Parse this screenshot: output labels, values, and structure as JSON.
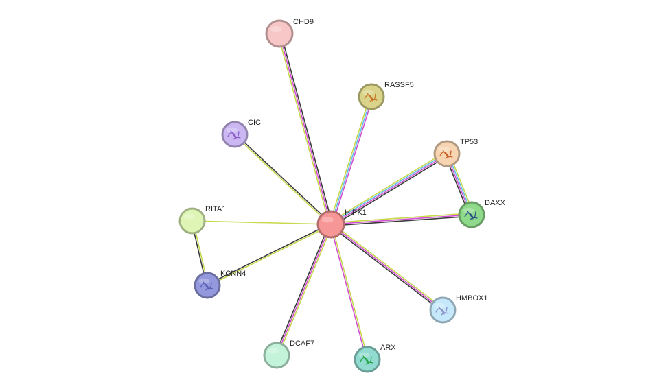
{
  "network": {
    "nodes": [
      {
        "id": "HIPK1",
        "label": "HIPK1",
        "color": "#f79696",
        "glyph": null
      },
      {
        "id": "CHD9",
        "label": "CHD9",
        "color": "#f7c6c6",
        "glyph": null
      },
      {
        "id": "RASSF5",
        "label": "RASSF5",
        "color": "#d9d48a",
        "glyph": "#c8762a"
      },
      {
        "id": "CIC",
        "label": "CIC",
        "color": "#cbb8f3",
        "glyph": "#8a5cc9"
      },
      {
        "id": "TP53",
        "label": "TP53",
        "color": "#f7d5b3",
        "glyph": "#c8622a"
      },
      {
        "id": "DAXX",
        "label": "DAXX",
        "color": "#8fd98a",
        "glyph": "#2a4f86"
      },
      {
        "id": "RITA1",
        "label": "RITA1",
        "color": "#def5b6",
        "glyph": null
      },
      {
        "id": "KCNN4",
        "label": "KCNN4",
        "color": "#9499dd",
        "glyph": "#5a62b8"
      },
      {
        "id": "HMBOX1",
        "label": "HMBOX1",
        "color": "#c6e8fb",
        "glyph": "#8a8fc8"
      },
      {
        "id": "DCAF7",
        "label": "DCAF7",
        "color": "#c3f3d9",
        "glyph": null
      },
      {
        "id": "ARX",
        "label": "ARX",
        "color": "#92dbd0",
        "glyph": "#2aa64a"
      }
    ],
    "edges": [
      {
        "from": "HIPK1",
        "to": "CHD9",
        "colors": [
          "#c7d84a",
          "#d14fd1",
          "#3b3b3b"
        ]
      },
      {
        "from": "HIPK1",
        "to": "RASSF5",
        "colors": [
          "#c7d84a",
          "#62bde8",
          "#d14fd1"
        ]
      },
      {
        "from": "HIPK1",
        "to": "CIC",
        "colors": [
          "#c7d84a",
          "#3b3b3b"
        ]
      },
      {
        "from": "HIPK1",
        "to": "TP53",
        "colors": [
          "#c7d84a",
          "#62bde8",
          "#d14fd1",
          "#3b3b3b"
        ]
      },
      {
        "from": "HIPK1",
        "to": "DAXX",
        "colors": [
          "#c7d84a",
          "#d14fd1",
          "#3b3b3b"
        ]
      },
      {
        "from": "HIPK1",
        "to": "RITA1",
        "colors": [
          "#c7d84a"
        ]
      },
      {
        "from": "HIPK1",
        "to": "KCNN4",
        "colors": [
          "#c7d84a",
          "#3b3b3b"
        ]
      },
      {
        "from": "HIPK1",
        "to": "HMBOX1",
        "colors": [
          "#c7d84a",
          "#d14fd1",
          "#3b3b3b"
        ]
      },
      {
        "from": "HIPK1",
        "to": "DCAF7",
        "colors": [
          "#c7d84a",
          "#d14fd1",
          "#3b3b3b"
        ]
      },
      {
        "from": "HIPK1",
        "to": "ARX",
        "colors": [
          "#c7d84a",
          "#d14fd1"
        ]
      },
      {
        "from": "TP53",
        "to": "DAXX",
        "colors": [
          "#c7d84a",
          "#62bde8",
          "#d14fd1",
          "#3b3b3b"
        ]
      },
      {
        "from": "RITA1",
        "to": "KCNN4",
        "colors": [
          "#c7d84a",
          "#3b3b3b"
        ]
      }
    ]
  }
}
